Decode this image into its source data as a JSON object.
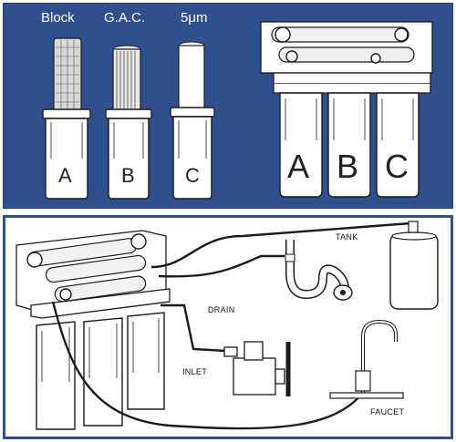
{
  "top_panel": {
    "headers": [
      "Block",
      "G.A.C.",
      "5μm"
    ],
    "cartridge_letters": [
      "A",
      "B",
      "C"
    ],
    "housing_letters": [
      "A",
      "B",
      "C"
    ],
    "background": "#2f4f8f"
  },
  "bottom_panel": {
    "labels": {
      "tank": "TANK",
      "drain": "DRAIN",
      "inlet": "INLET",
      "faucet": "FAUCET"
    },
    "border_color": "#2f4f8f"
  }
}
